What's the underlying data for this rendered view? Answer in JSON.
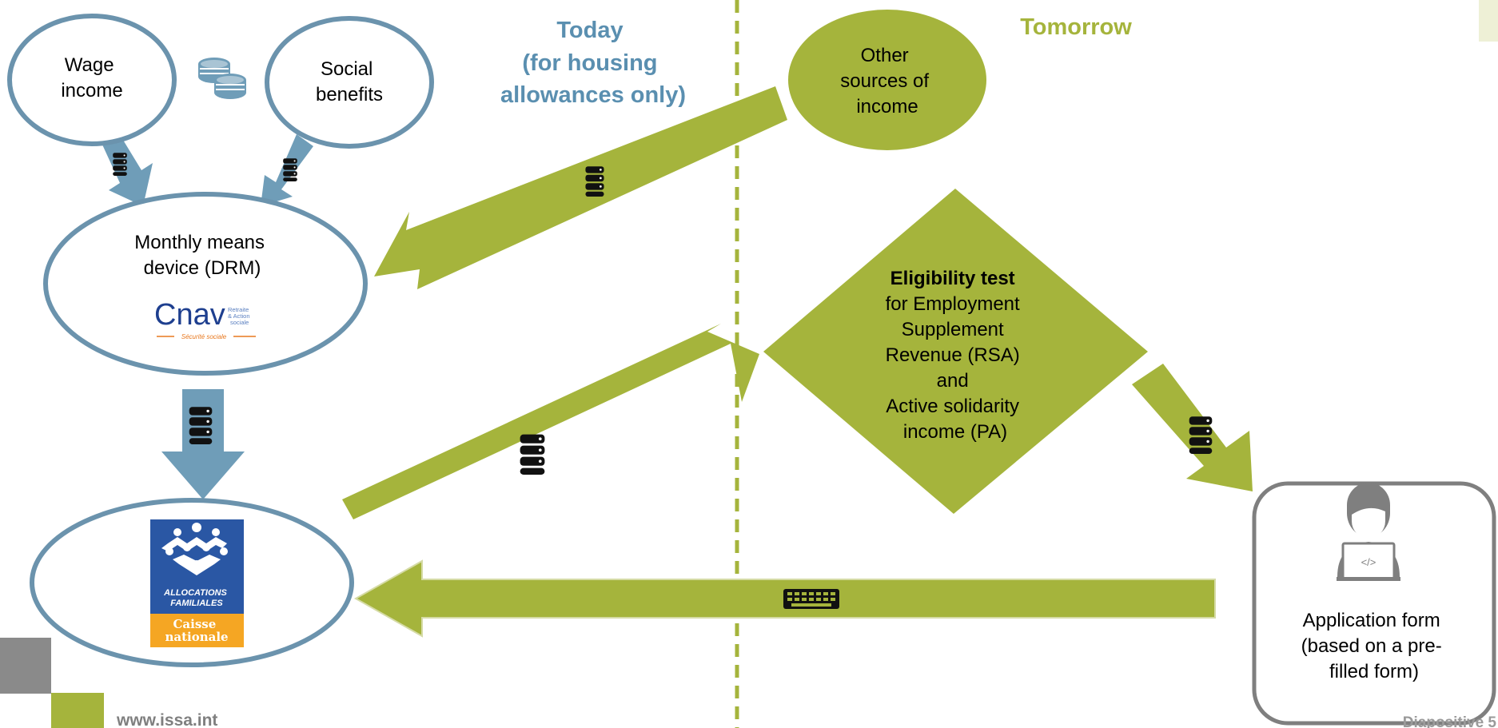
{
  "headings": {
    "today": [
      "Today",
      "(for housing",
      "allowances  only)"
    ],
    "tomorrow": "Tomorrow"
  },
  "nodes": {
    "wage_income": [
      "Wage",
      "income"
    ],
    "social_benefits": [
      "Social",
      "benefits"
    ],
    "other_sources": [
      "Other",
      "sources of",
      "income"
    ],
    "drm": [
      "Monthly means",
      "device (DRM)"
    ],
    "eligibility": {
      "title": "Eligibility test",
      "lines": [
        "for Employment",
        "Supplement",
        "Revenue (RSA)",
        "and",
        "Active solidarity",
        "income (PA)"
      ]
    },
    "application_form": [
      "Application form",
      "(based on a pre-",
      "filled form)"
    ]
  },
  "logos": {
    "cnav": {
      "name": "Cnav",
      "side_lines": [
        "Retraite",
        "& Action",
        "sociale"
      ],
      "tagline": "Sécurité sociale"
    },
    "caf": {
      "top": [
        "ALLOCATIONS",
        "FAMILIALES"
      ],
      "bottom": [
        "Caisse",
        "nationale"
      ]
    }
  },
  "footer": {
    "url": "www.issa.int",
    "slide": "Diapositive 5"
  },
  "colors": {
    "today_accent": "#5a8fb0",
    "tomorrow_accent": "#a5b43c",
    "blue_arrow": "#6f9db8",
    "green_arrow": "#a5b43c",
    "ellipse_border": "#6b93ad",
    "caf_blue": "#2a57a4",
    "caf_orange": "#f5a623",
    "cnav_blue": "#1e3f8f",
    "cnav_orange": "#e8781e"
  },
  "icons": {
    "coins": "coins-icon",
    "database": "database-icon",
    "keyboard": "keyboard-icon",
    "developer": "developer-laptop-icon"
  }
}
